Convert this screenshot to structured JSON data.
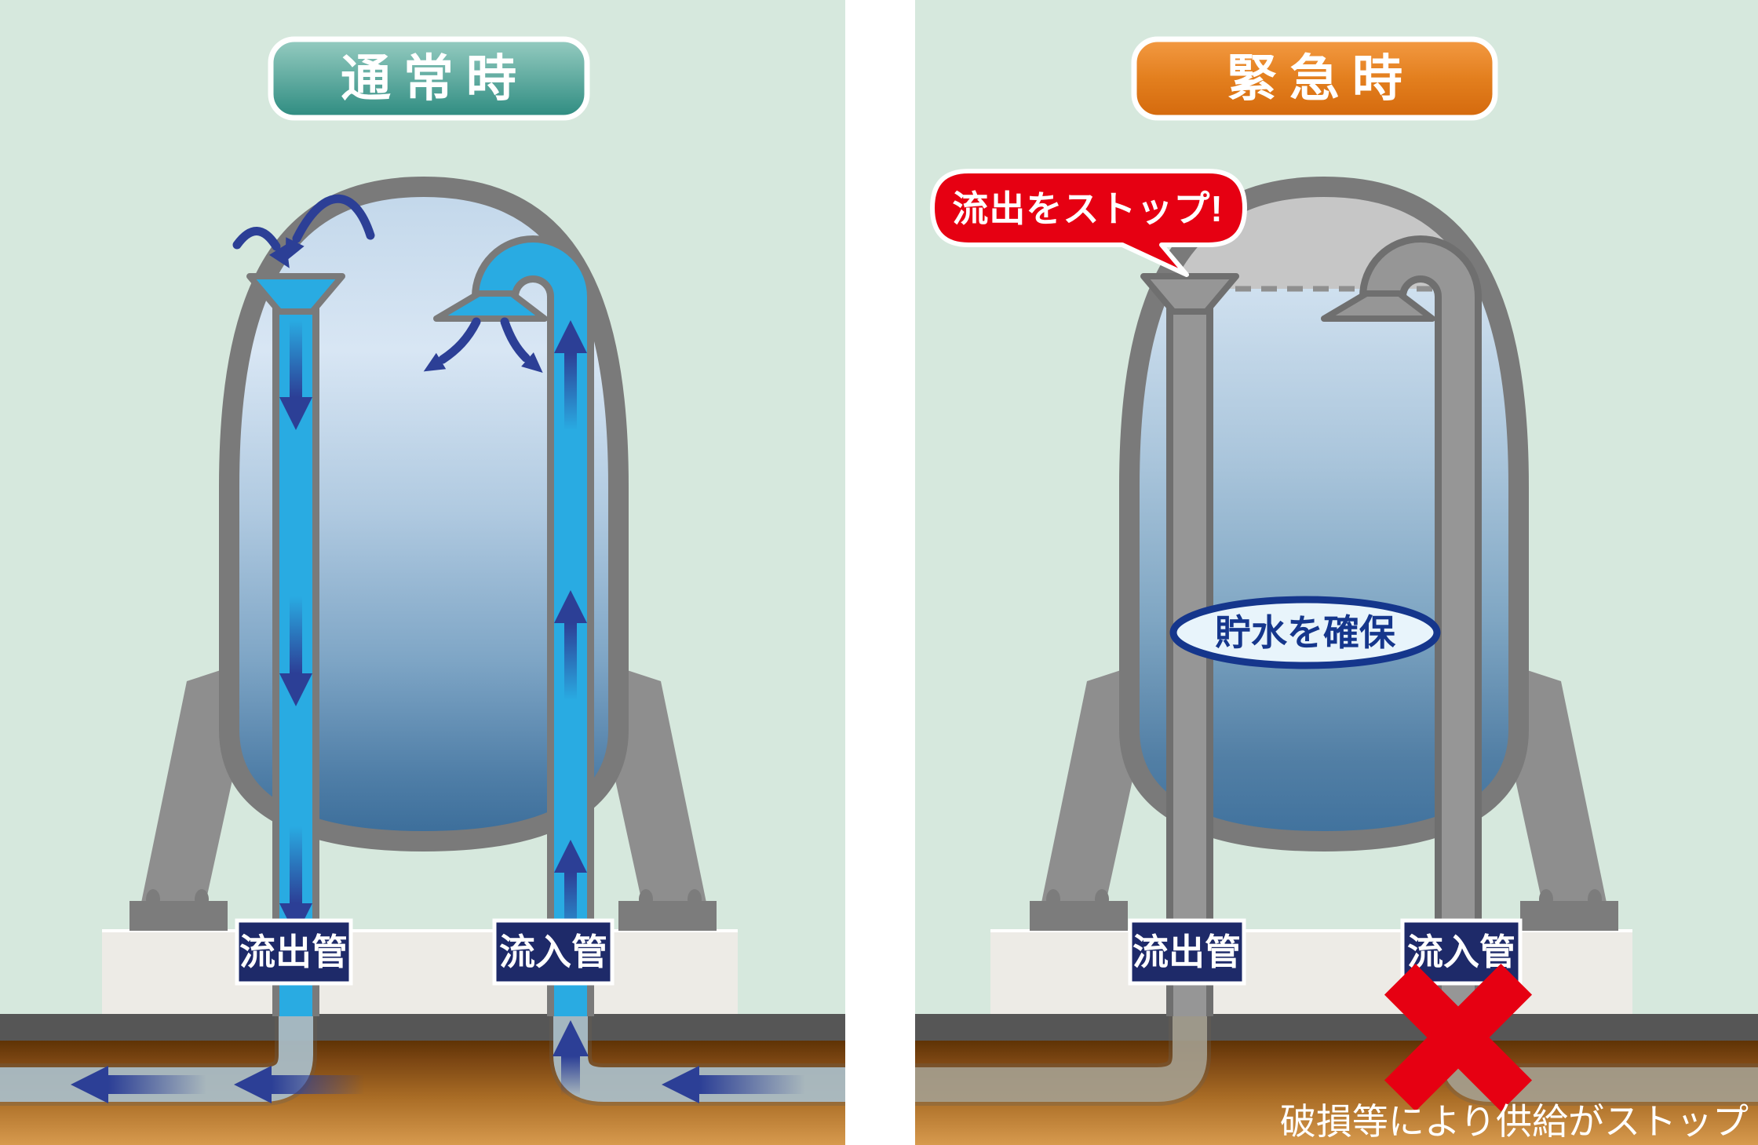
{
  "panels": {
    "normal": {
      "title": "通常時",
      "outflow_label": "流出管",
      "inflow_label": "流入管"
    },
    "emergency": {
      "title": "緊急時",
      "callout": "流出をストップ!",
      "reserve_note": "貯水を確保",
      "outflow_label": "流出管",
      "inflow_label": "流入管",
      "bottom_note": "破損等により供給がストップ"
    }
  },
  "colors": {
    "panel_bg": "#d6e8dd",
    "normal_accent": "#2d8b80",
    "emergency_accent": "#d4690d",
    "alert_red": "#e60012",
    "label_navy": "#1e2a69",
    "water_pipe_blue": "#29abe2",
    "arrow_navy": "#2c3f96",
    "tank_shell_gray": "#7a7a7a"
  }
}
